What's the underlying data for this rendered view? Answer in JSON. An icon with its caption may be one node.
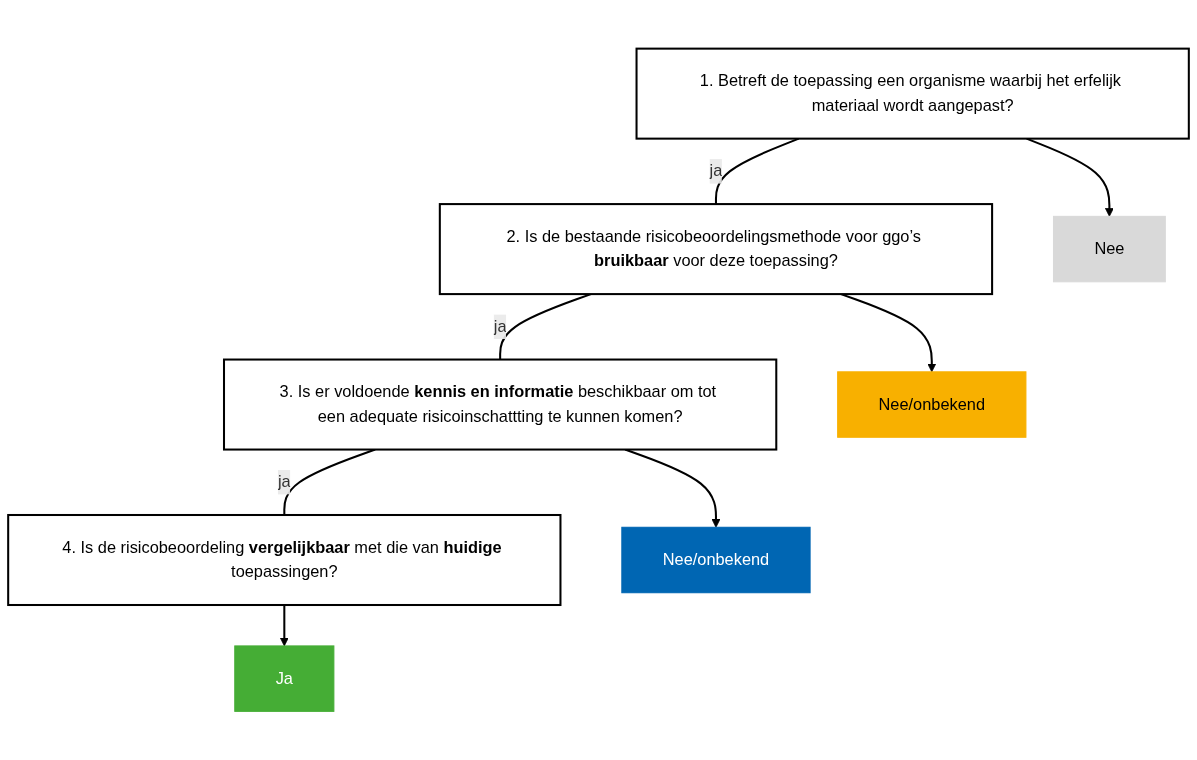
{
  "diagram": {
    "nodes": [
      {
        "text": [
          "1. Betreft de toepassing een organisme waarbij het erfelijk materiaal wordt aangepast?"
        ]
      },
      {
        "text": [
          "2. Is de bestaande risicobeoordelingsmethode voor ggo’s **bruikbaar** voor deze toepassing?"
        ]
      },
      {
        "text": [
          "3. Is er voldoende **kennis en informatie** beschikbaar om tot een adequate risicoinschattting te kunnen komen?"
        ]
      },
      {
        "text": [
          "4. Is de risicobeoordeling **vergelijkbaar** met die van **huidige** toepassingen?"
        ]
      },
      {
        "text": [
          "Nee"
        ]
      },
      {
        "text": [
          "Nee/onbekend"
        ]
      },
      {
        "text": [
          "Nee/onbekend"
        ]
      },
      {
        "text": [
          "Ja"
        ]
      }
    ],
    "edges": [
      {
        "from": 0,
        "to": 4,
        "arrow": "to"
      },
      {
        "from": 1,
        "to": 5,
        "arrow": "to"
      },
      {
        "from": 2,
        "to": 6,
        "arrow": "to"
      },
      {
        "from": 3,
        "to": 7,
        "arrow": "to"
      },
      {
        "from": 0,
        "to": 1,
        "arrow": "none",
        "label": "ja"
      },
      {
        "from": 1,
        "to": 2,
        "arrow": "none",
        "label": "ja"
      },
      {
        "from": 2,
        "to": 3,
        "arrow": "none",
        "label": "ja"
      }
    ]
  }
}
